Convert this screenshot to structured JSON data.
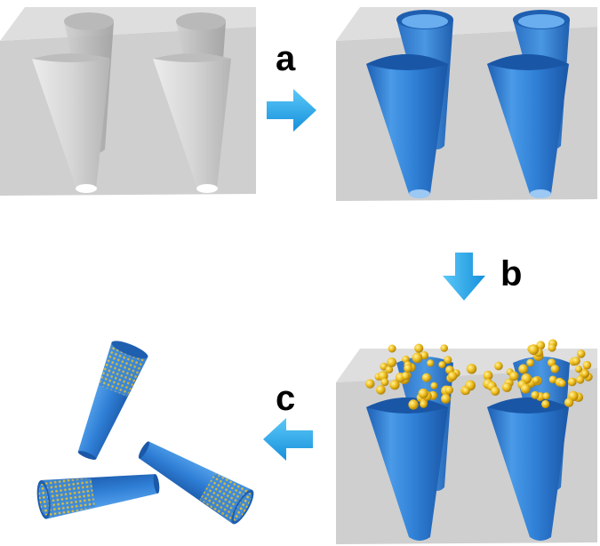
{
  "steps": [
    {
      "id": "a",
      "label": "a"
    },
    {
      "id": "b",
      "label": "b"
    },
    {
      "id": "c",
      "label": "c"
    }
  ],
  "colors": {
    "block_front": "#cdcdcd",
    "block_top": "#dedede",
    "block_side": "#a9a9a9",
    "cone_blue": "#2f7fd6",
    "cone_blue_dark": "#1f5fb0",
    "arrow": "#1aa3ea",
    "particle": "#e8b820"
  },
  "icons": [
    "arrow-right-icon",
    "arrow-down-icon",
    "arrow-left-icon"
  ]
}
